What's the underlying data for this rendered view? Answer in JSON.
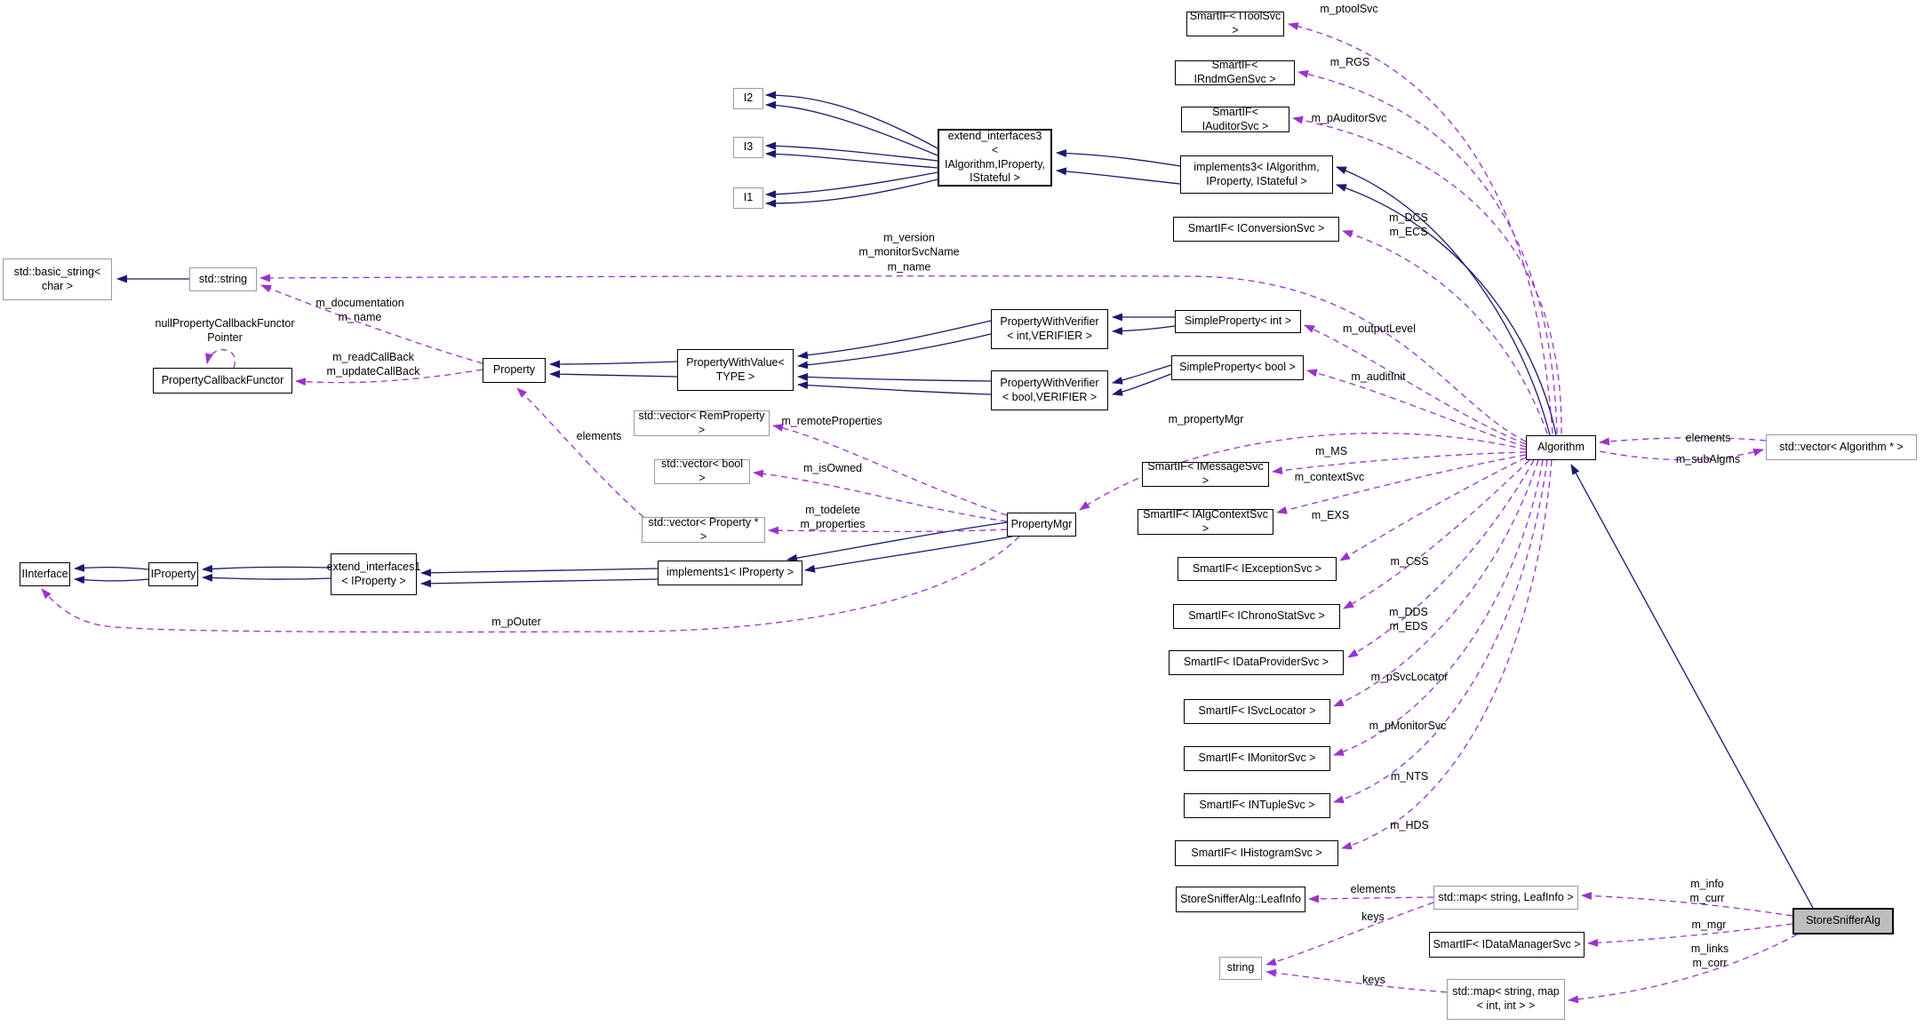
{
  "diagram": {
    "kind": "doxygen-collaboration-graph",
    "focus_class": "StoreSnifferAlg",
    "colors": {
      "inheritance_edge": "#191970",
      "usage_edge": "#9a32cd",
      "focus_fill": "#bdbdbd",
      "external_border": "#9a9a9a",
      "class_border": "#000000"
    },
    "nodes": {
      "itoolsvc": "SmartIF< IToolSvc >",
      "irndmgensvc": "SmartIF< IRndmGenSvc >",
      "iauditorsvc": "SmartIF< IAuditorSvc >",
      "implements3": "implements3< IAlgorithm,\nIProperty, IStateful >",
      "iconversionsvc": "SmartIF< IConversionSvc >",
      "i2": "I2",
      "i3": "I3",
      "i1": "I1",
      "ext3": "extend_interfaces3\n< IAlgorithm,IProperty,\nIStateful >",
      "basic_string": "std::basic_string<\nchar >",
      "stdstring": "std::string",
      "pcf": "PropertyCallbackFunctor",
      "property": "Property",
      "pwv": "PropertyWithValue<\nTYPE >",
      "pwverint": "PropertyWithVerifier\n< int,VERIFIER >",
      "simpleint": "SimpleProperty< int >",
      "pwverbool": "PropertyWithVerifier\n< bool,VERIFIER >",
      "simplebool": "SimpleProperty< bool >",
      "vecrem": "std::vector< RemProperty >",
      "vecbool": "std::vector< bool >",
      "vecprop": "std::vector< Property * >",
      "propertymgr": "PropertyMgr",
      "iinterface": "IInterface",
      "iproperty": "IProperty",
      "ext1": "extend_interfaces1\n< IProperty >",
      "impl1": "implements1< IProperty >",
      "algorithm": "Algorithm",
      "vecalg": "std::vector< Algorithm * >",
      "imessagesvc": "SmartIF< IMessageSvc >",
      "ialgcontextsvc": "SmartIF< IAlgContextSvc >",
      "iexceptionsvc": "SmartIF< IExceptionSvc >",
      "ichronostatsvc": "SmartIF< IChronoStatSvc >",
      "idataprovidersvc": "SmartIF< IDataProviderSvc >",
      "isvclocator": "SmartIF< ISvcLocator >",
      "imonitorsvc": "SmartIF< IMonitorSvc >",
      "intuplesvc": "SmartIF< INTupleSvc >",
      "ihistogramsvc": "SmartIF< IHistogramSvc >",
      "leafinfo": "StoreSnifferAlg::LeafInfo",
      "mapleafinfo": "std::map< string, LeafInfo >",
      "idatamanagersvc": "SmartIF< IDataManagerSvc >",
      "stringbox": "string",
      "mapintmap": "std::map< string, map\n< int, int > >",
      "storesnifferalg": "StoreSnifferAlg"
    },
    "edge_labels": {
      "m_ptoolSvc": "m_ptoolSvc",
      "m_RGS": "m_RGS",
      "m_pAuditorSvc": "m_pAuditorSvc",
      "m_DCS_ECS": "m_DCS\nm_ECS",
      "m_version_group": "m_version\nm_monitorSvcName\nm_name",
      "m_documentation_name": "m_documentation\nm_name",
      "null_pcf_pointer": "nullPropertyCallbackFunctor\nPointer",
      "m_readCallBack_updateCallBack": "m_readCallBack\nm_updateCallBack",
      "m_outputLevel": "m_outputLevel",
      "m_auditInit": "m_auditInit",
      "m_remoteProperties": "m_remoteProperties",
      "m_isOwned": "m_isOwned",
      "m_todelete_properties": "m_todelete\nm_properties",
      "elements_left": "elements",
      "m_propertyMgr": "m_propertyMgr",
      "m_MS": "m_MS",
      "m_contextSvc": "m_contextSvc",
      "m_EXS": "m_EXS",
      "m_CSS": "m_CSS",
      "m_DDS_EDS": "m_DDS\nm_EDS",
      "m_pSvcLocator": "m_pSvcLocator",
      "m_pMonitorSvc": "m_pMonitorSvc",
      "m_NTS": "m_NTS",
      "m_HDS": "m_HDS",
      "elements_right": "elements",
      "m_subAlgms": "m_subAlgms",
      "m_pOuter": "m_pOuter",
      "elements_bottom": "elements",
      "keys_top": "keys",
      "keys_bottom": "keys",
      "m_info_curr": "m_info\nm_curr",
      "m_mgr": "m_mgr",
      "m_links_corr": "m_links\nm_corr"
    }
  }
}
